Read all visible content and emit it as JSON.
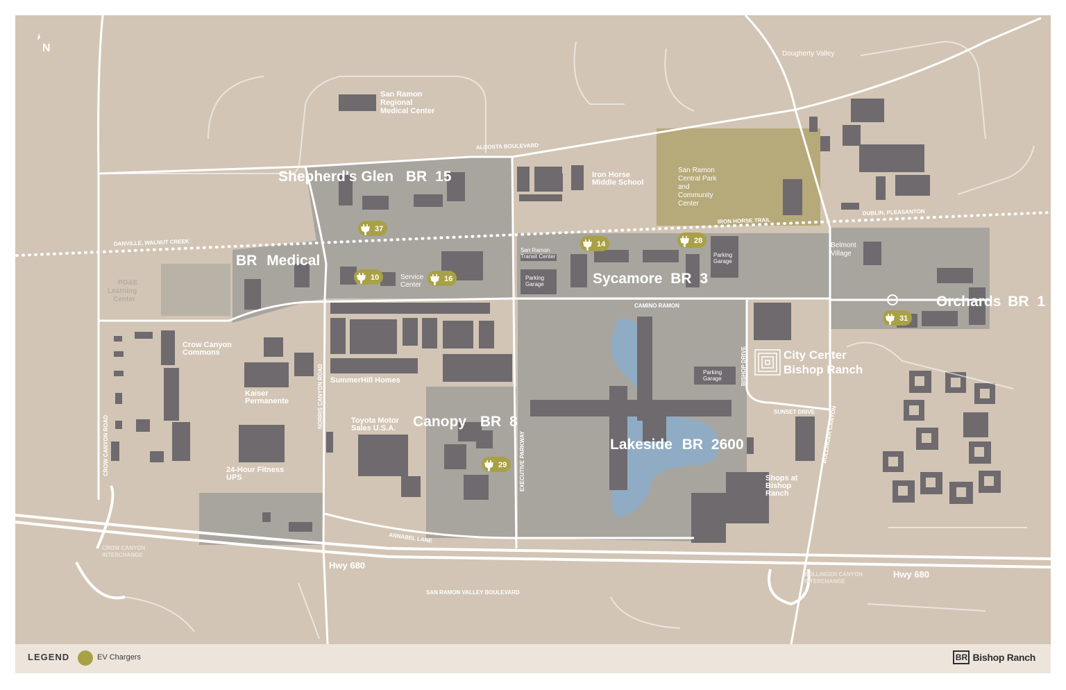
{
  "compass": "N",
  "places": {
    "medical_center": [
      "San Ramon",
      "Regional",
      "Medical Center"
    ],
    "alcosta": "ALCOSTA BOULEVARD",
    "dougherty": "Dougherty Valley",
    "iron_horse_school": [
      "Iron Horse",
      "Middle School"
    ],
    "central_park": [
      "San Ramon",
      "Central Park",
      "and",
      "Community",
      "Center"
    ],
    "dublin": "DUBLIN, PLEASANTON",
    "iron_horse_trail": "IRON HORSE TRAIL",
    "danville": "DANVILLE, WALNUT CREEK",
    "pge": [
      "PG&E",
      "Learning",
      "Center"
    ],
    "transit": [
      "San Ramon",
      "Transit Center"
    ],
    "parking": [
      "Parking",
      "Garage"
    ],
    "service": [
      "Service",
      "Center"
    ],
    "belmont": [
      "Belmont",
      "Village"
    ],
    "camino": "CAMINO RAMON",
    "crow_commons": [
      "Crow Canyon",
      "Commons"
    ],
    "summerhill": "SummerHill Homes",
    "kaiser": [
      "Kaiser",
      "Permanente"
    ],
    "norris": "NORRIS CANYON ROAD",
    "bishop_drive": "BISHOP DRIVE",
    "city_center": [
      "City Center",
      "Bishop Ranch"
    ],
    "sunset": "SUNSET DRIVE",
    "toyota": [
      "Toyota Motor",
      "Sales U.S.A."
    ],
    "crow_road": "CROW CANYON ROAD",
    "exec": "EXECUTIVE PARKWAY",
    "bollinger": "BOLLINGER CANYON",
    "fitness": [
      "24-Hour Fitness",
      "UPS"
    ],
    "shops": [
      "Shops at",
      "Bishop",
      "Ranch"
    ],
    "annabel": "ANNABEL LANE",
    "crow_interchange": [
      "CROW CANYON",
      "INTERCHANGE"
    ],
    "hwy_left": "Hwy 680",
    "hwy_right": "Hwy 680",
    "bollinger_interchange": [
      "BOLLINGER CANYON",
      "INTERCHANGE"
    ],
    "srvb": "SAN RAMON VALLEY BOULEVARD"
  },
  "campuses": {
    "shepherds_glen": {
      "name": "Shepherd's Glen",
      "code": "15"
    },
    "medical": {
      "name": "Medical",
      "code": ""
    },
    "sycamore": {
      "name": "Sycamore",
      "code": "3"
    },
    "orchards": {
      "name": "Orchards",
      "code": "1"
    },
    "canopy": {
      "name": "Canopy",
      "code": "8"
    },
    "lakeside": {
      "name": "Lakeside",
      "code": "2600"
    },
    "br_mark": "BR"
  },
  "chargers": {
    "c37": "37",
    "c10": "10",
    "c16": "16",
    "c14": "14",
    "c28": "28",
    "c31": "31",
    "c29": "29"
  },
  "legend": {
    "title": "LEGEND",
    "ev_label": "EV Chargers",
    "brand_mark": "BR",
    "brand_name": "Bishop Ranch"
  },
  "colors": {
    "land": "#d2c5b5",
    "campus": "#a8a59f",
    "building": "#6e6a6e",
    "park": "#b6a97a",
    "water": "#8facc4",
    "charger": "#a8a145"
  }
}
